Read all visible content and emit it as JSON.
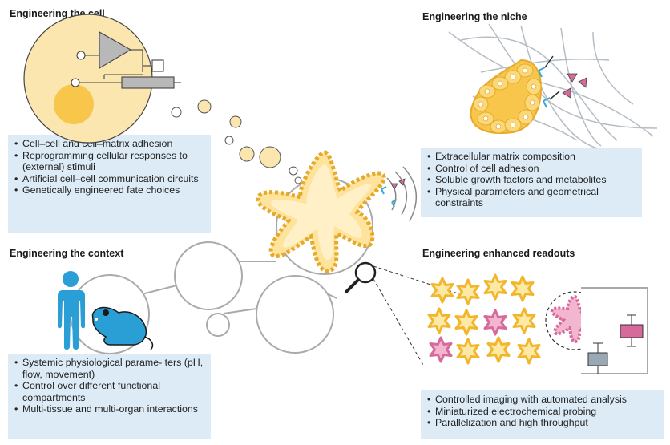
{
  "sections": {
    "cell": {
      "title": "Engineering the cell",
      "items": [
        "Cell–cell and cell–matrix adhesion",
        "Reprogramming cellular responses to (external) stimuli",
        "Artificial cell–cell communication circuits",
        "Genetically engineered fate choices"
      ]
    },
    "niche": {
      "title": "Engineering the niche",
      "items": [
        "Extracellular matrix composition",
        "Control of cell adhesion",
        "Soluble growth factors and metabolites",
        "Physical parameters and geometrical constraints"
      ]
    },
    "context": {
      "title": "Engineering the context",
      "items": [
        "Systemic physiological parame- ters (pH, flow, movement)",
        "Control over different functional compartments",
        "Multi-tissue and multi-organ interactions"
      ]
    },
    "readouts": {
      "title": "Engineering enhanced readouts",
      "items": [
        "Controlled imaging with automated analysis",
        "Miniaturized electrochemical probing",
        "Parallelization and high throughput"
      ]
    }
  },
  "colors": {
    "cell_fill": "#fbe6b0",
    "nucleus": "#f8c64a",
    "organoid_cell": "#f7cd5c",
    "info_box": "#dcebf6",
    "human": "#2a9fd6",
    "highlight_cell": "#e07aa8",
    "receptor": "#3aa7d9"
  },
  "icons": [
    "magnifier-icon",
    "human-icon",
    "mouse-icon",
    "logic-gate-icon",
    "box-plot-icon"
  ]
}
